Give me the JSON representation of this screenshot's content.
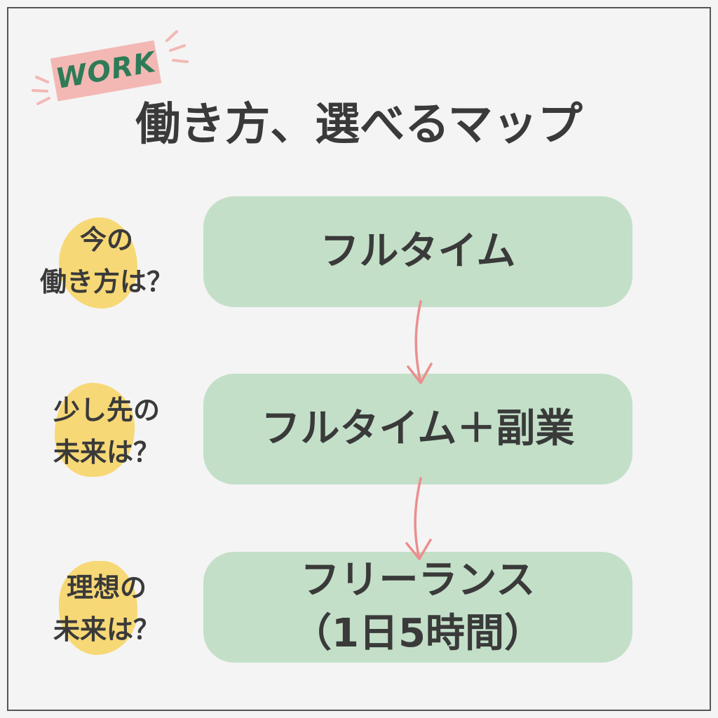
{
  "badge": {
    "label": "WORK"
  },
  "title": "働き方、選べるマップ",
  "rows": [
    {
      "question": [
        "今の",
        "働き方は？"
      ],
      "answer": [
        "フルタイム"
      ]
    },
    {
      "question": [
        "少し先の",
        "未来は？"
      ],
      "answer": [
        "フルタイム＋副業"
      ]
    },
    {
      "question": [
        "理想の",
        "未来は？"
      ],
      "answer": [
        "フリーランス",
        "（1日5時間）"
      ]
    }
  ],
  "colors": {
    "background": "#f4f4f4",
    "frame": "#555555",
    "badge": "#f3b8b4",
    "badge_text": "#2e7b57",
    "title": "#3a3a3a",
    "answer_box": "#c3dfc8",
    "question_bubble": "#f7d876",
    "arrow": "#eb8e8e",
    "text": "#3a3a3a"
  }
}
